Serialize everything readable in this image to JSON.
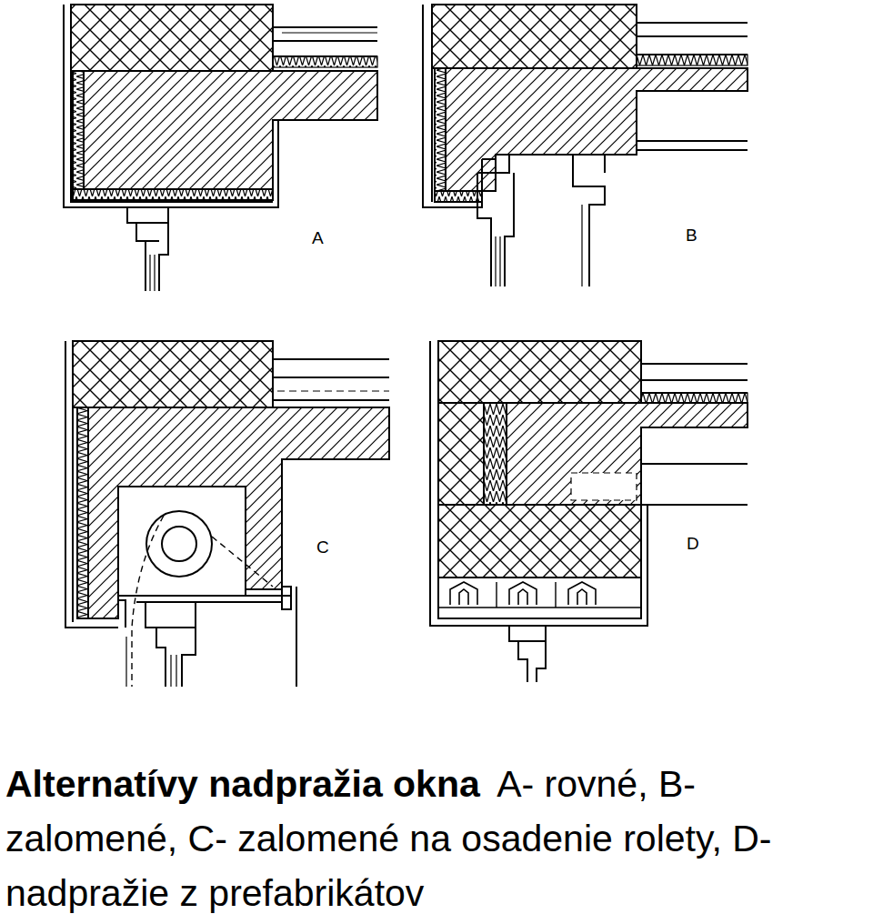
{
  "diagram": {
    "title": "Alternatívy nadpražia okna",
    "caption": "A- rovné, B- zalomené, C- zalomené na osadenie rolety, D- nadpražie z prefabrikátov",
    "labels": [
      "A",
      "B",
      "C",
      "D"
    ]
  }
}
